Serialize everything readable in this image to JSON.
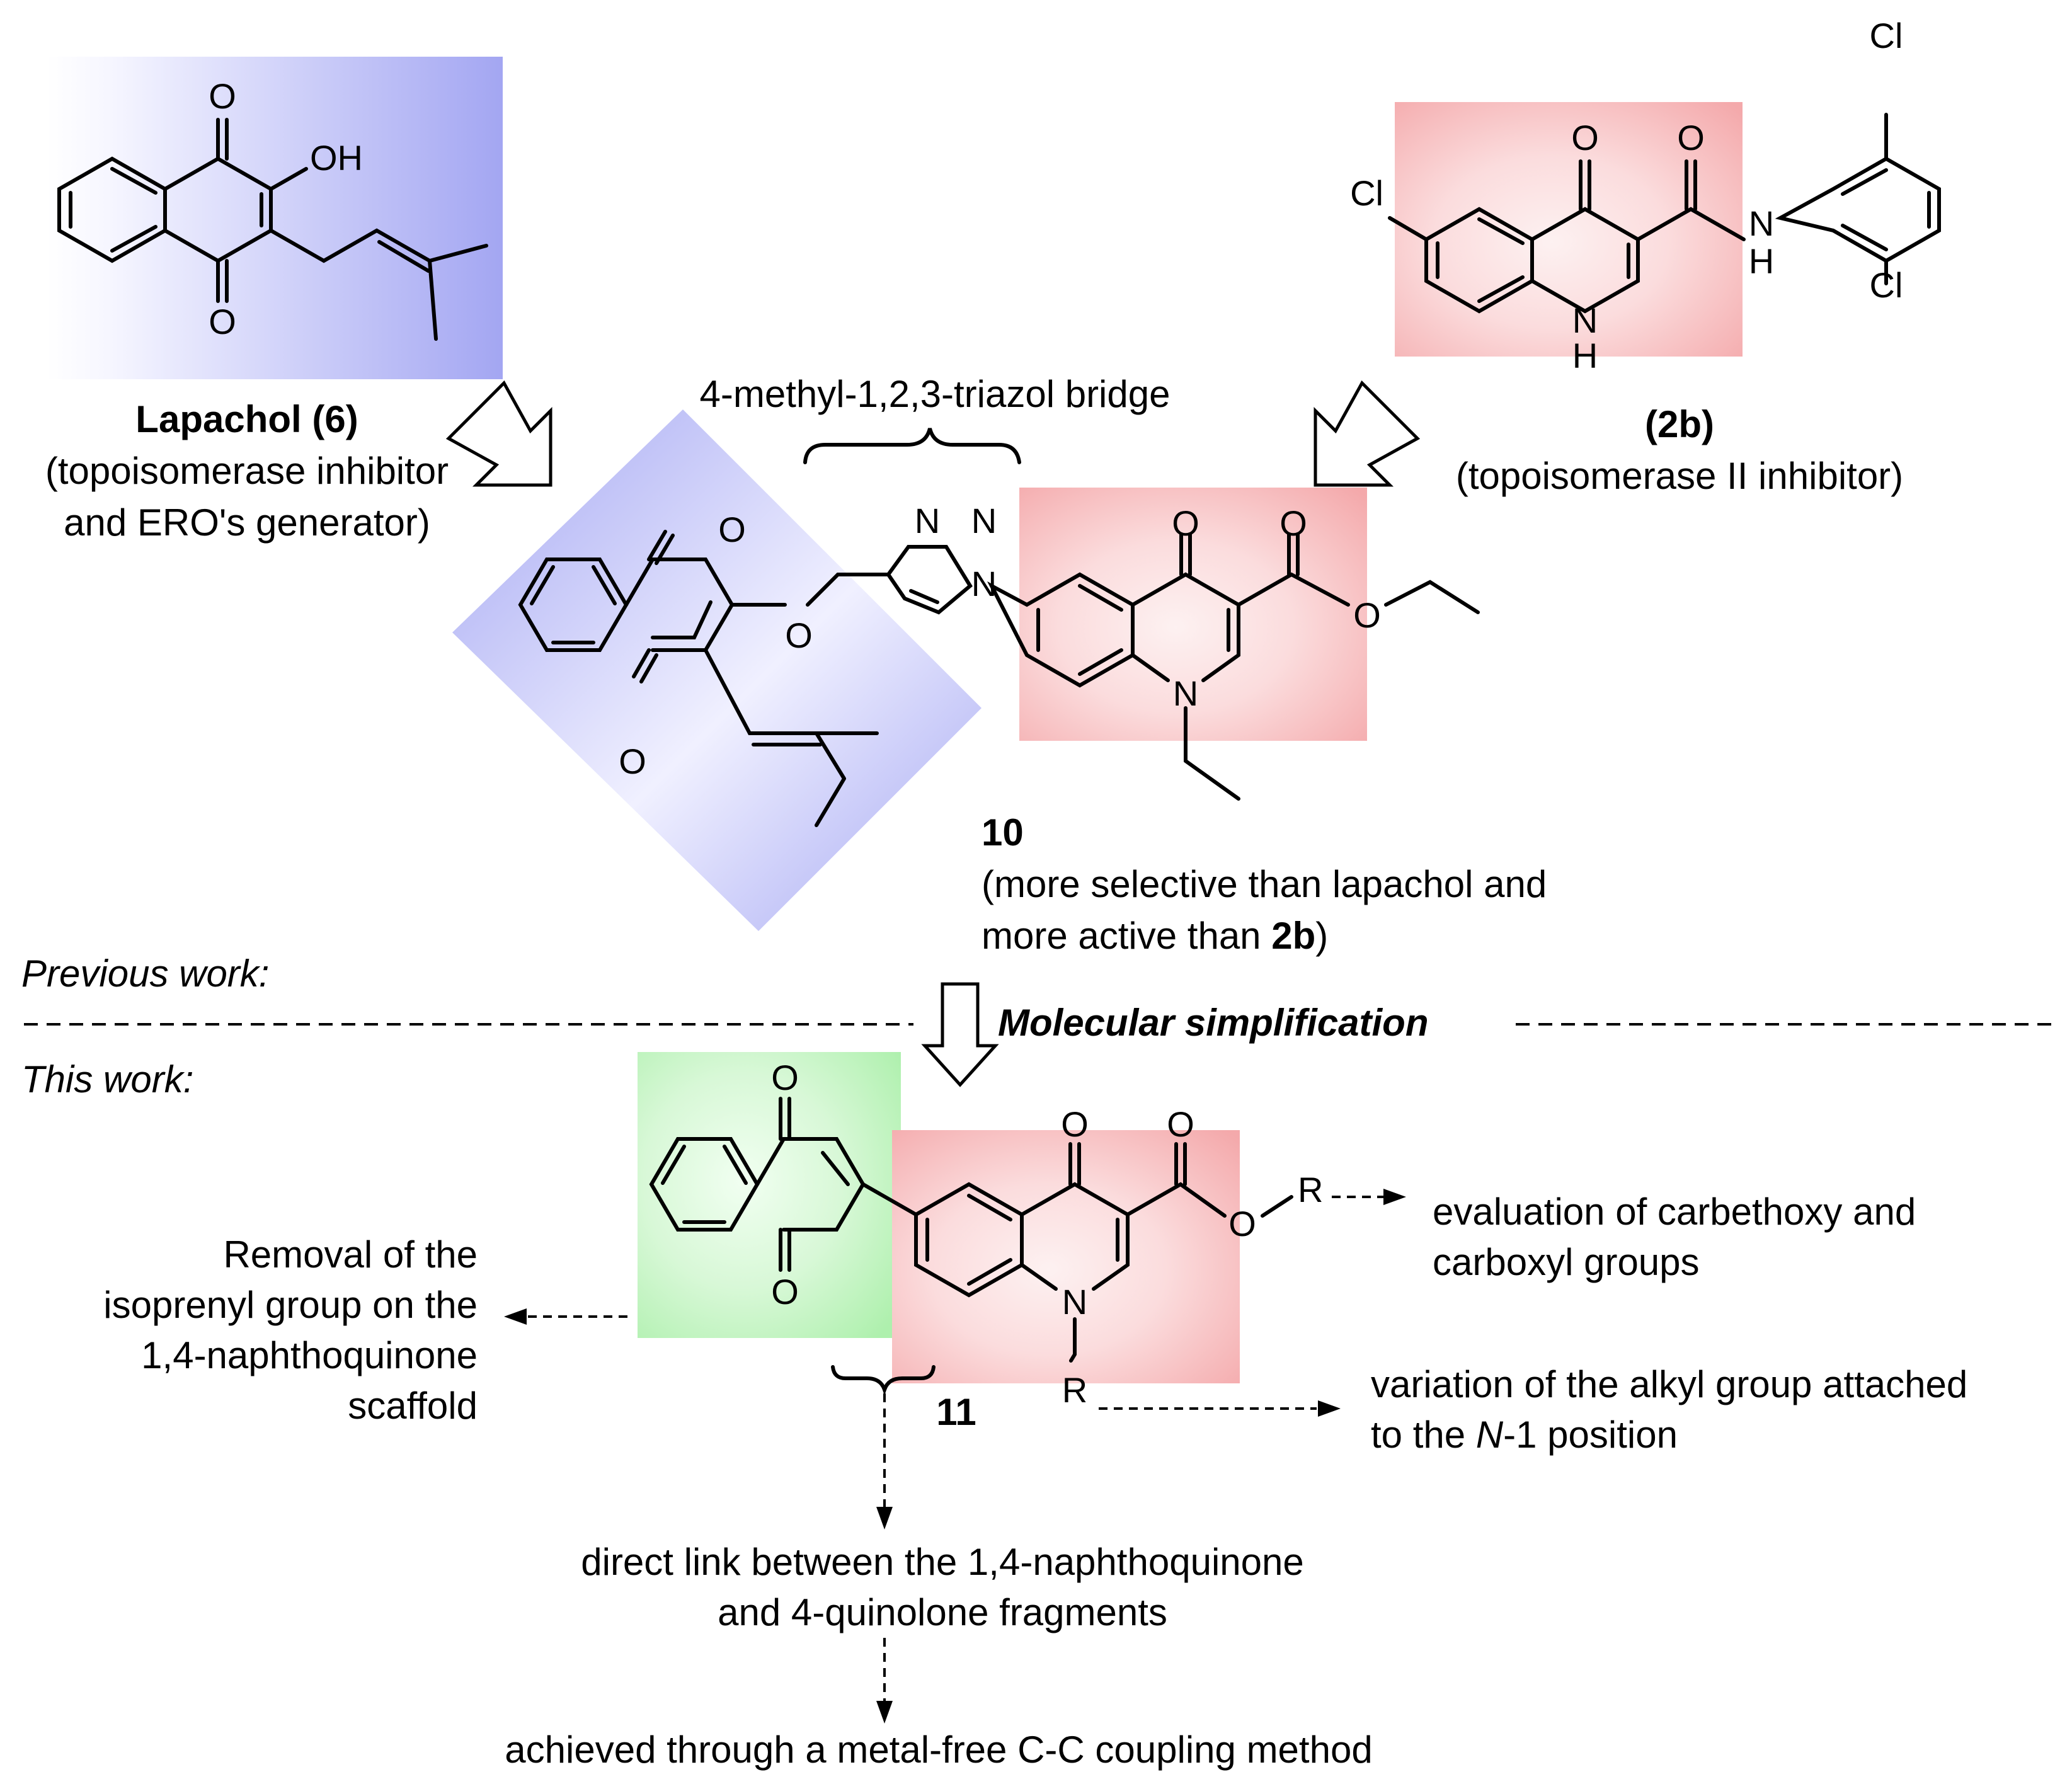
{
  "colors": {
    "blue_highlight": "#a3a6f2",
    "red_highlight": "#f4a9ab",
    "green_highlight": "#aef0ad"
  },
  "icons": {
    "retro_arrow": "hollow-block-arrow",
    "dashed_arrow": "dashed-arrow"
  },
  "atoms": {
    "O": "O",
    "OH": "OH",
    "Cl": "Cl",
    "N": "N",
    "H": "H",
    "R": "R"
  },
  "lapachol": {
    "name": "Lapachol (6)",
    "desc_line1": "(topoisomerase inhibitor",
    "desc_line2": "and ERO's generator)"
  },
  "compound_2b": {
    "name": "(2b)",
    "desc": "(topoisomerase II inhibitor)"
  },
  "compound_10": {
    "bridge_label": "4-methyl-1,2,3-triazol bridge",
    "number": "10",
    "desc_line1": "(more selective than lapachol and",
    "desc_line2_prefix": "more active than ",
    "desc_line2_bold": "2b",
    "desc_line2_suffix": ")"
  },
  "divider": {
    "previous_work": "Previous work:",
    "this_work": "This work:",
    "simplification": "Molecular simplification"
  },
  "compound_11": {
    "number": "11",
    "left_note": [
      "Removal of the",
      "isoprenyl group on the",
      "1,4-naphthoquinone",
      "scaffold"
    ],
    "ester_note": [
      "evaluation of carbethoxy and",
      "carboxyl groups"
    ],
    "n1_note_line1": "variation of the alkyl group attached",
    "n1_note_line2_prefix": "to the ",
    "n1_note_line2_italic": "N",
    "n1_note_line2_suffix": "-1 position",
    "link_note": [
      "direct link between the 1,4-naphthoquinone",
      "and 4-quinolone fragments"
    ],
    "coupling_note": "achieved through a metal-free C-C coupling method"
  }
}
